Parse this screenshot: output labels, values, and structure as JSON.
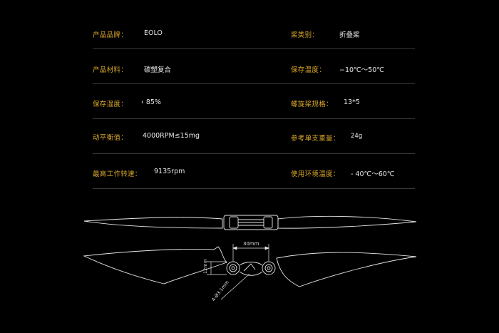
{
  "specs": [
    {
      "left_label": "产品品牌：",
      "left_value": "EOLO",
      "right_label": "桨类别：",
      "right_value": "折叠桨"
    },
    {
      "left_label": "产品材料：",
      "left_value": "碳塑复合",
      "right_label": "保存温度：",
      "right_value": "−10℃～50℃"
    },
    {
      "left_label": "保存湿度：",
      "left_value": "‹ 85%",
      "right_label": "螺旋桨规格：",
      "right_value": "13*5"
    },
    {
      "left_label": "动平衡值：",
      "left_value": "4000RPM≤15mg",
      "right_label": "参考单支重量：",
      "right_value": "24g"
    },
    {
      "left_label": "最高工作转速：",
      "left_value": "9135rpm",
      "right_label": "使用环境温度：",
      "right_value": "- 40℃～60℃"
    }
  ],
  "drawing": {
    "dim_width": "30mm",
    "dim_height": "12mm",
    "dim_holes": "4-Ø3.1mm"
  }
}
